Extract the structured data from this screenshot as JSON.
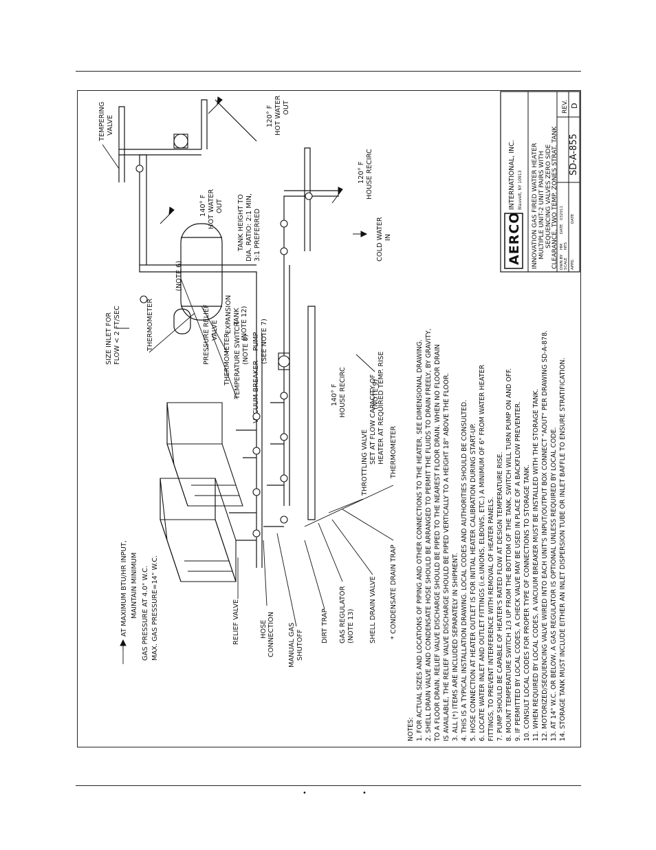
{
  "drawing": {
    "callouts": {
      "gas_input": [
        "AT MAXIMUM BTU/HR INPUT,",
        "MAINTAIN MINIMUM",
        "GAS PRESSURE AT 4.0\" W.C.",
        "MAX. GAS PRESSURE=14\" W.C."
      ],
      "relief_valve": "RELIEF VALVE",
      "hose_connection": [
        "HOSE",
        "CONNECTION"
      ],
      "manual_gas_shutoff": [
        "MANUAL GAS",
        "SHUTOFF"
      ],
      "dirt_trap": "DIRT TRAP",
      "gas_regulator": [
        "GAS REGULATOR",
        "(NOTE 13)"
      ],
      "shell_drain_valve": "SHELL DRAIN VALVE",
      "condensate_drain_trap": "* CONDENSATE DRAIN TRAP",
      "thermometer_bottom": "THERMOMETER",
      "throttling_valve": [
        "THROTTLING VALVE",
        "SET AT FLOW CAPACITY OF",
        "HEATER AT REQUIRED TEMP. RISE"
      ],
      "note_6": "(NOTE 6)",
      "note_12": "(NOTE 12)",
      "pump": [
        "PUMP",
        "(SEE NOTE 7)"
      ],
      "expansion_tank": [
        "EXPANSION",
        "TANK"
      ],
      "thermometer_top": "THERMOMETER",
      "size_inlet": [
        "SIZE INLET FOR",
        "FLOW < 2 FT/SEC"
      ],
      "pressure_relief": [
        "PRESSURE RELIEF",
        "VALVE"
      ],
      "thermometer_tank": "THERMOMETER",
      "temperature_switch": [
        "TEMPERATURE SWITCH",
        "(NOTE 8)"
      ],
      "vacuum_breaker": "VACUUM BREAKER",
      "house_recirc_140": [
        "140° F",
        "HOUSE RECIRC"
      ],
      "note_9": "(NOTE 9)",
      "hot_water_out_140": [
        "140° F",
        "HOT WATER",
        "OUT"
      ],
      "tank_height": [
        "TANK HEIGHT TO",
        "DIA. RATIO: 2:1 MIN,",
        "3:1 PREFERRED"
      ],
      "cold_water_in": [
        "COLD WATER",
        "IN"
      ],
      "tempering_valve": [
        "TEMPERING",
        "VALVE"
      ],
      "hot_water_out_120": [
        "120° F",
        "HOT WATER",
        "OUT"
      ],
      "house_recirc_120": [
        "120° F",
        "HOUSE RECIRC"
      ]
    },
    "notes": [
      "NOTES:",
      "1. FOR ACTUAL SIZES AND LOCATIONS OF PIPING AND OTHER CONNECTIONS TO THE HEATER, SEE DIMENSIONAL DRAWING.",
      "2. SHELL DRAIN VALVE AND CONDENSATE HOSE SHOULD BE ARRANGED TO PERMIT THE FLUIDS TO DRAIN FREELY, BY GRAVITY,",
      "    TO A FLOOR DRAIN. RELIEF VALVE DISCHARGE SHOULD BE PIPED TO THE NEAREST FLOOR DRAIN. WHEN NO FLOOR DRAIN",
      "    IS AVAILABLE, THE RELIEF VALVE DISCHARGE SHOULD BE PIPED VERTICALLY TO A HEIGHT 18\" ABOVE THE FLOOR.",
      "3. ALL (*) ITEMS ARE INCLUDED SEPARATELY IN SHIPMENT.",
      "4. THIS IS A TYPICAL INSTALLATION DRAWING. LOCAL CODES AND AUTHORITIES SHOULD BE CONSULTED.",
      "5. HOSE CONNECTION AT HEATER OUTLET IS FOR INITIAL HEATER CALIBRATION DURING START-UP.",
      "6. LOCATE WATER INLET AND OUTLET FITTINGS (i.e.UNIONS, ELBOWS, ETC.) A MINIMUM OF 6\" FROM WATER HEATER",
      "    FITTINGS, TO PREVENT INTERFERENCE WITH REMOVAL OF HEATER PANELS.",
      "7. PUMP SHOULD BE CAPABLE OF HEATER'S RATED FLOW AT DESIGN TEMPERATURE RISE.",
      "8. MOUNT TEMPERATURE SWITCH 1/3 UP FROM THE BOTTOM OF THE TANK, SWITCH WILL TURN PUMP ON AND OFF.",
      "9. IF PERMITTED BY LOCAL CODES, A CHECK VALVE MAY BE USED IN PLACE OF A BACKFLOW PREVENTER.",
      "10. CONSULT LOCAL CODES FOR PROPER TYPE OF CONNECTIONS TO STORAGE TANK.",
      "11. WHEN REQUIRED BY LOCAL CODES, A VACUUM BREAKER MUST BE INSTALLED WITH THE STORAGE TANK.",
      "12. MOTORIZED/SEQUENCING VALVE WIRED INTO EACH UNIT'S INPUT/OUTPUT BOX CONNECT \"AOUT\" PER DRAWING SD-A-878.",
      "13. AT 14\" W.C. OR BELOW, A GAS REGULATOR IS OPTIONAL UNLESS REQUIRED BY LOCAL CODE.",
      "14. STORAGE TANK MUST INCLUDE EITHER AN INLET DISPERSION TUBE OR INLET BAFFLE TO ENSURE STRATIFICATION."
    ],
    "title_block": {
      "logo": "AERCO",
      "company": "INTERNATIONAL, INC.",
      "address": "Blauvelt, NY 10913",
      "description": [
        "INNOVATION GAS FIRED WATER HEATER",
        "MULTIPLE UNIT-2 UNIT PAIRS WITH",
        "SEQUENCING VALVES ZERO SIDE",
        "CLEARANCE, TWO TEMP. ZONES STRAT. TANK"
      ],
      "dwn_by_label": "DWN.BY",
      "dwn_by": "HM",
      "date_label": "DATE",
      "date": "032911",
      "scale_label": "SCALE",
      "scale": "NTS",
      "appd_label": "APPD.",
      "appd_date_label": "DATE",
      "drawing_number": "SD-A-855",
      "rev_label": "REV.",
      "rev": "D"
    }
  },
  "footer": {
    "bullet_1": "•",
    "bullet_2": "•"
  }
}
